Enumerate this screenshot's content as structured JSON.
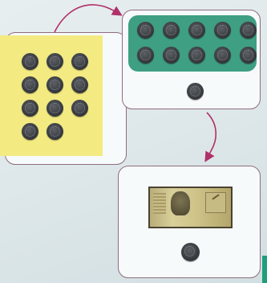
{
  "scene": {
    "description_colors": {
      "left_panel": "#f3ea82",
      "top_right_panel": "#3e9f82",
      "card_border": "#8e6d7f",
      "arrow": "#b0306a",
      "coin": "#3a3d42"
    }
  },
  "groups": {
    "left_coins": {
      "count": 11,
      "rows": [
        3,
        3,
        3,
        2
      ]
    },
    "top_right_coins_in_panel": {
      "count": 10,
      "rows": [
        5,
        5
      ]
    },
    "top_right_extra_coin": {
      "count": 1
    },
    "bottom_note": {
      "count": 1
    },
    "bottom_coin": {
      "count": 1
    }
  }
}
